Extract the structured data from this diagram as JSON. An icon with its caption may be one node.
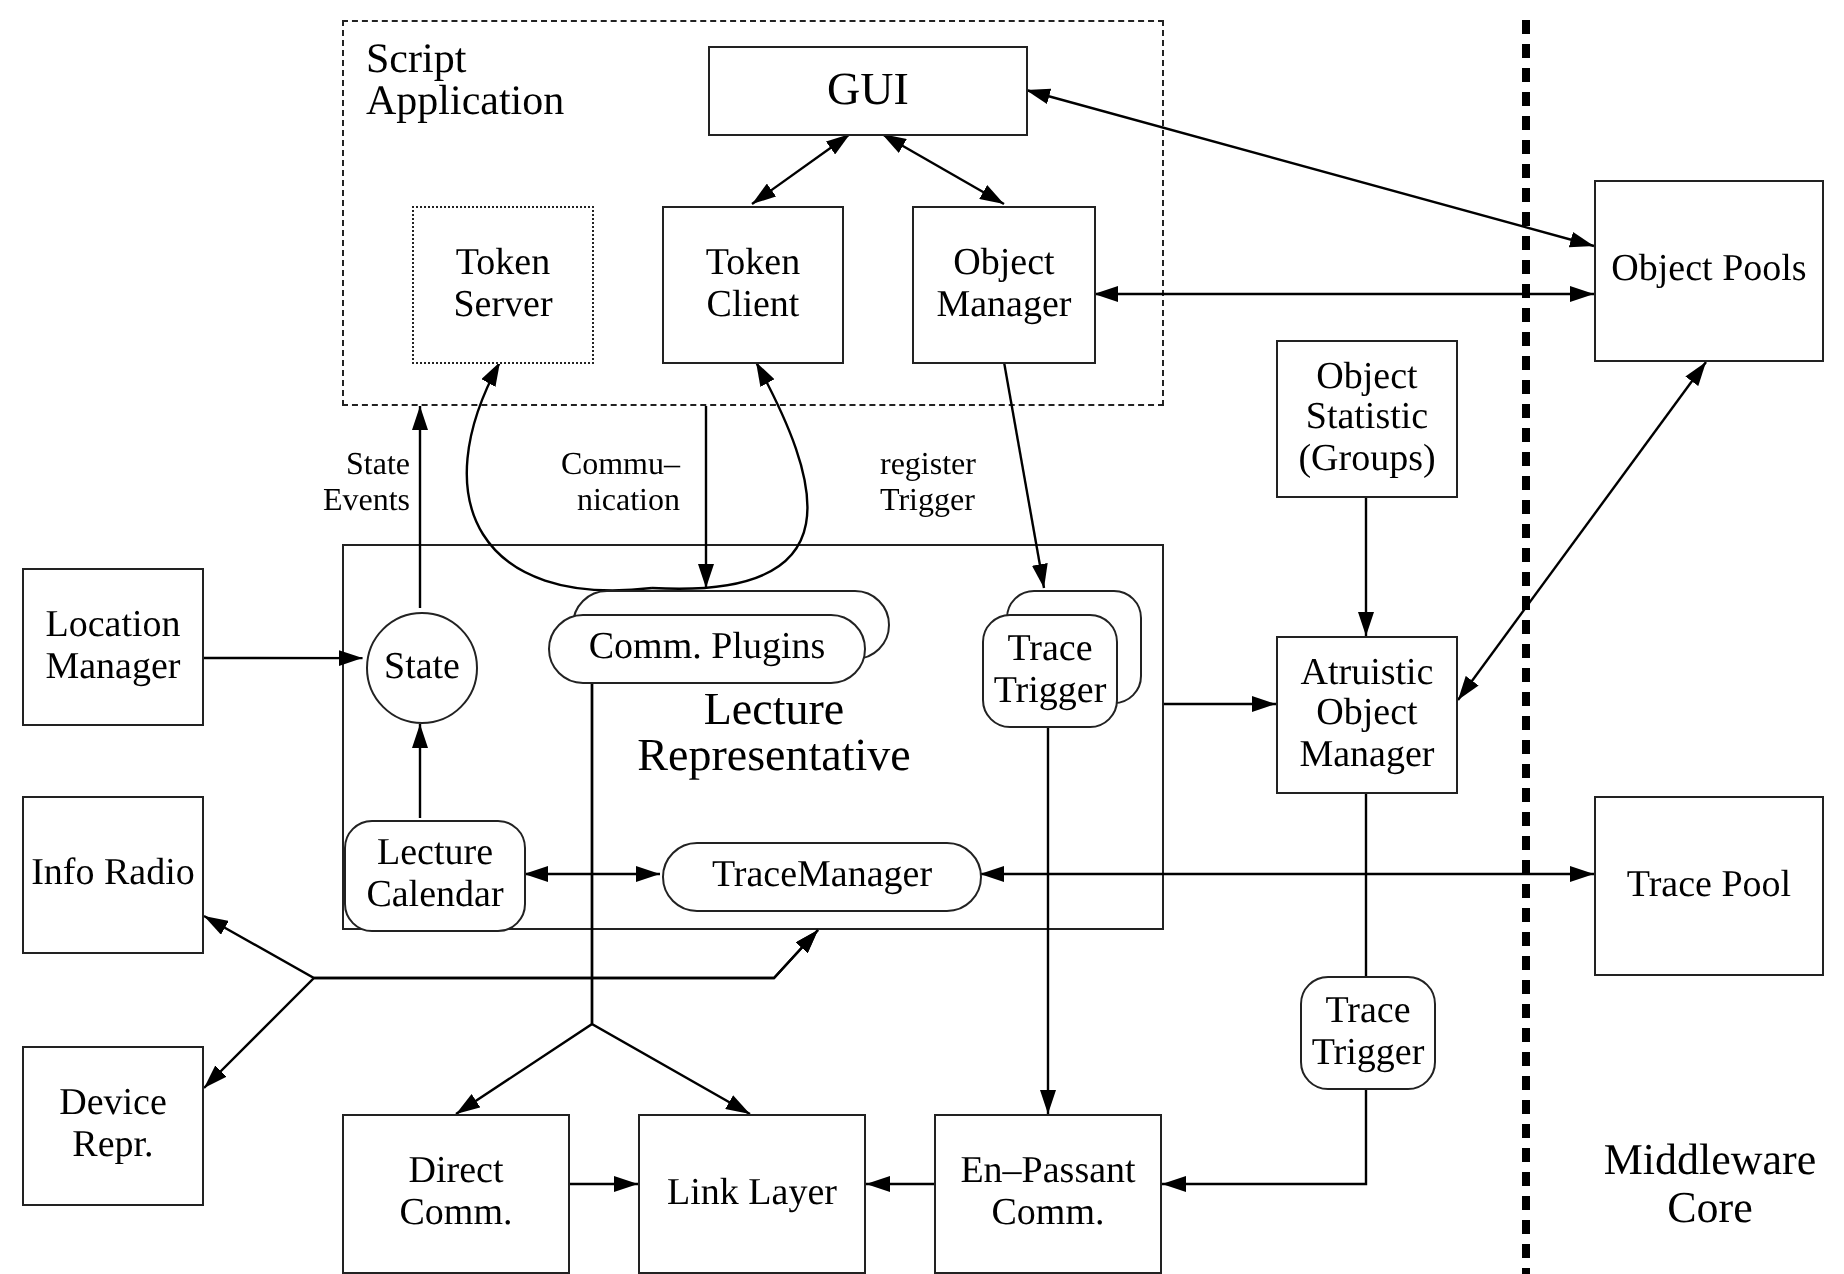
{
  "diagram": {
    "nodes": [
      {
        "text": [
          "Script Application"
        ]
      },
      {
        "text": [
          "GUI"
        ],
        "in": 0
      },
      {
        "text": [
          "Token Server"
        ],
        "in": 0
      },
      {
        "text": [
          "Token Client"
        ],
        "in": 0
      },
      {
        "text": [
          "Object Manager"
        ],
        "in": 0
      },
      {
        "text": [
          "Object Pools"
        ]
      },
      {
        "text": [
          "Object Statistic (Groups)"
        ]
      },
      {
        "text": [
          "Lecture Representative"
        ]
      },
      {
        "text": [
          "Location Manager"
        ]
      },
      {
        "text": [
          "State"
        ],
        "in": 7
      },
      {
        "text": [
          "Comm. Plugins"
        ],
        "in": 7
      },
      {
        "text": [
          "Trace Trigger"
        ],
        "in": 7
      },
      {
        "text": [
          "Atruistic Object Manager"
        ]
      },
      {
        "text": [
          "Info Radio"
        ]
      },
      {
        "text": [
          "Lecture Calendar"
        ],
        "in": 7
      },
      {
        "text": [
          "TraceManager"
        ],
        "in": 7
      },
      {
        "text": [
          "Trace Pool"
        ]
      },
      {
        "text": [
          "Trace Trigger"
        ]
      },
      {
        "text": [
          "Device Repr."
        ]
      },
      {
        "text": [
          "Direct Comm."
        ]
      },
      {
        "text": [
          "Link Layer"
        ]
      },
      {
        "text": [
          "En–Passant Comm."
        ]
      }
    ],
    "edges": [
      {
        "from": 1,
        "to": 3,
        "arrow": "both"
      },
      {
        "from": 1,
        "to": 4,
        "arrow": "both"
      },
      {
        "from": 1,
        "to": 5,
        "arrow": "both"
      },
      {
        "from": 4,
        "to": 5,
        "arrow": "both"
      },
      {
        "from": 9,
        "to": 0,
        "arrow": "to",
        "label": "State Events"
      },
      {
        "from": 10,
        "to": 2,
        "arrow": "to"
      },
      {
        "from": 10,
        "to": 3,
        "arrow": "to"
      },
      {
        "from": 0,
        "to": 10,
        "arrow": "to",
        "label": "Commu– nication"
      },
      {
        "from": 4,
        "to": 11,
        "arrow": "to",
        "label": "register Trigger"
      },
      {
        "from": 6,
        "to": 12,
        "arrow": "to"
      },
      {
        "from": 7,
        "to": 12,
        "arrow": "to"
      },
      {
        "from": 5,
        "to": 12,
        "arrow": "both"
      },
      {
        "from": 8,
        "to": 9,
        "arrow": "to"
      },
      {
        "from": 14,
        "to": 9,
        "arrow": "to"
      },
      {
        "from": 14,
        "to": 15,
        "arrow": "both"
      },
      {
        "from": 15,
        "to": 16,
        "arrow": "both"
      },
      {
        "from": 7,
        "to": 13,
        "arrow": "both"
      },
      {
        "from": 7,
        "to": 18,
        "arrow": "both"
      },
      {
        "from": 10,
        "to": 19,
        "arrow": "to"
      },
      {
        "from": 10,
        "to": 20,
        "arrow": "to"
      },
      {
        "from": 19,
        "to": 20,
        "arrow": "to"
      },
      {
        "from": 21,
        "to": 20,
        "arrow": "to"
      },
      {
        "from": 11,
        "to": 21,
        "arrow": "to"
      },
      {
        "from": 12,
        "to": 17,
        "arrow": "none"
      },
      {
        "from": 17,
        "to": 21,
        "arrow": "to"
      }
    ],
    "labels": [
      "Middleware Core"
    ]
  }
}
